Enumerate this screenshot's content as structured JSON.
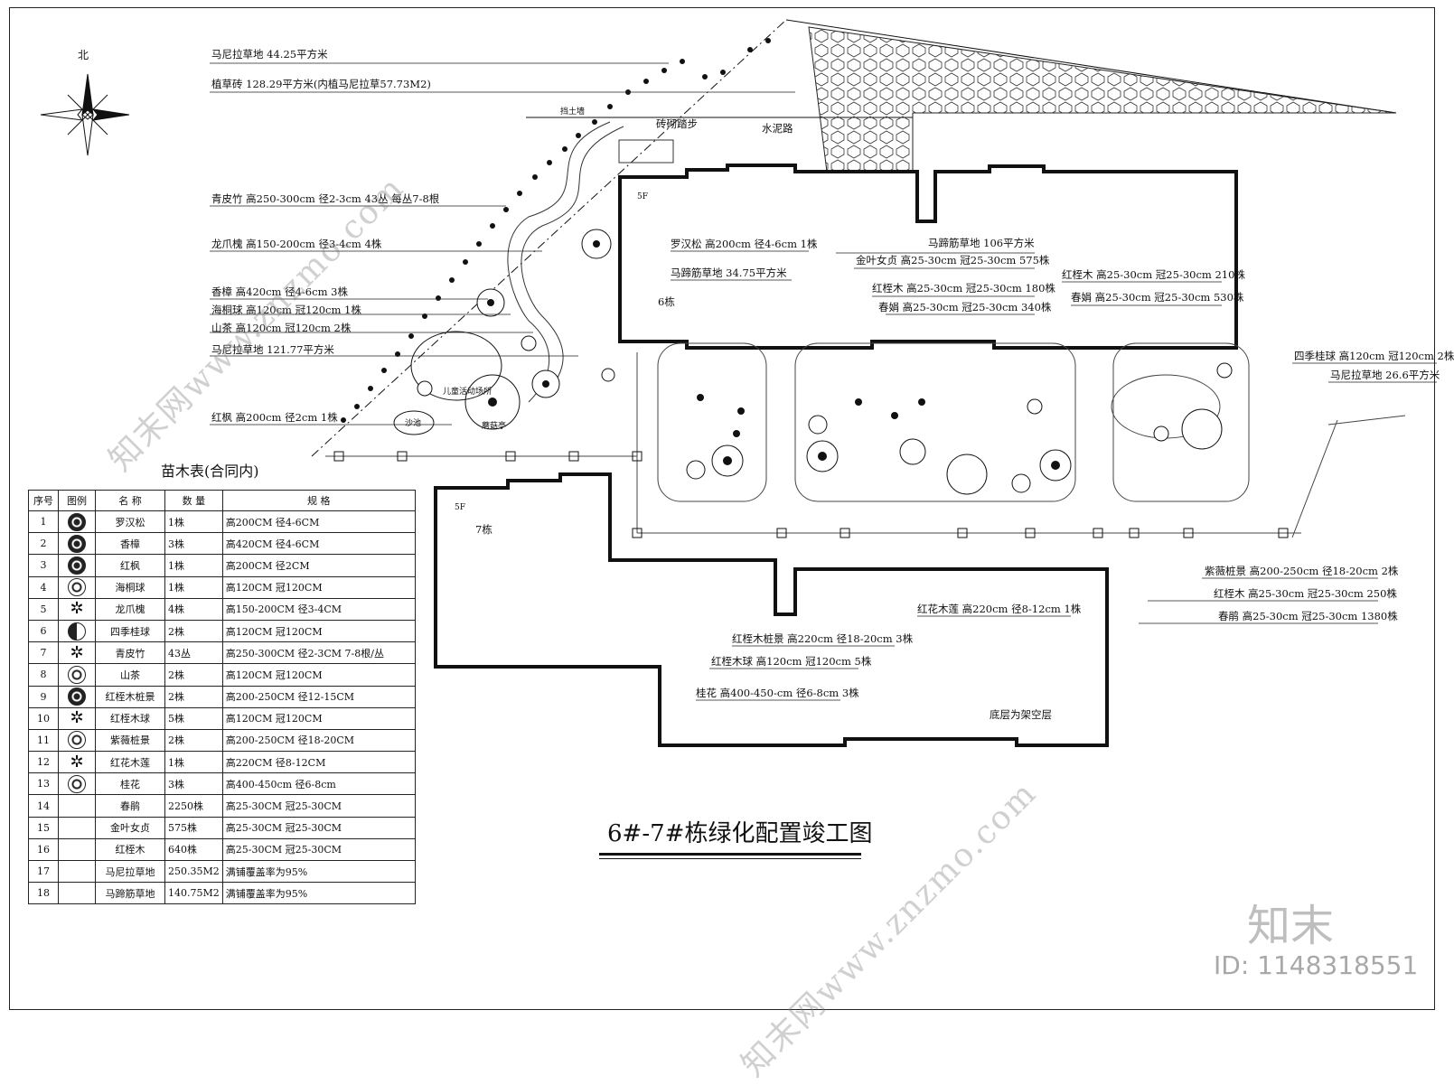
{
  "north": "北",
  "title": "6#-7#栋绿化配置竣工图",
  "table_title": "苗木表(合同内)",
  "table_headers": [
    "序号",
    "图例",
    "名 称",
    "数 量",
    "规 格"
  ],
  "table_rows": [
    {
      "no": "1",
      "icon": "ls-dark",
      "name": "罗汉松",
      "qty": "1株",
      "spec": "高200CM 径4-6CM"
    },
    {
      "no": "2",
      "icon": "ls-dark",
      "name": "香樟",
      "qty": "3株",
      "spec": "高420CM 径4-6CM"
    },
    {
      "no": "3",
      "icon": "ls-dark",
      "name": "红枫",
      "qty": "1株",
      "spec": "高200CM 径2CM"
    },
    {
      "no": "4",
      "icon": "ls-ring",
      "name": "海桐球",
      "qty": "1株",
      "spec": "高120CM 冠120CM"
    },
    {
      "no": "5",
      "icon": "star",
      "name": "龙爪槐",
      "qty": "4株",
      "spec": "高150-200CM 径3-4CM"
    },
    {
      "no": "6",
      "icon": "ls-half",
      "name": "四季桂球",
      "qty": "2株",
      "spec": "高120CM 冠120CM"
    },
    {
      "no": "7",
      "icon": "star",
      "name": "青皮竹",
      "qty": "43丛",
      "spec": "高250-300CM 径2-3CM 7-8根/丛"
    },
    {
      "no": "8",
      "icon": "ls-ring",
      "name": "山茶",
      "qty": "2株",
      "spec": "高120CM 冠120CM"
    },
    {
      "no": "9",
      "icon": "ls-dark",
      "name": "红桎木桩景",
      "qty": "2株",
      "spec": "高200-250CM 径12-15CM"
    },
    {
      "no": "10",
      "icon": "star",
      "name": "红桎木球",
      "qty": "5株",
      "spec": "高120CM 冠120CM"
    },
    {
      "no": "11",
      "icon": "ls-ring",
      "name": "紫薇桩景",
      "qty": "2株",
      "spec": "高200-250CM 径18-20CM"
    },
    {
      "no": "12",
      "icon": "star",
      "name": "红花木莲",
      "qty": "1株",
      "spec": "高220CM 径8-12CM"
    },
    {
      "no": "13",
      "icon": "ls-ring",
      "name": "桂花",
      "qty": "3株",
      "spec": "高400-450cm 径6-8cm"
    },
    {
      "no": "14",
      "icon": "",
      "name": "春鹃",
      "qty": "2250株",
      "spec": "高25-30CM 冠25-30CM"
    },
    {
      "no": "15",
      "icon": "",
      "name": "金叶女贞",
      "qty": "575株",
      "spec": "高25-30CM 冠25-30CM"
    },
    {
      "no": "16",
      "icon": "",
      "name": "红桎木",
      "qty": "640株",
      "spec": "高25-30CM 冠25-30CM"
    },
    {
      "no": "17",
      "icon": "",
      "name": "马尼拉草地",
      "qty": "250.35M2",
      "spec": "满铺覆盖率为95%"
    },
    {
      "no": "18",
      "icon": "",
      "name": "马蹄筋草地",
      "qty": "140.75M2",
      "spec": "满铺覆盖率为95%"
    }
  ],
  "labels": {
    "l1": "马尼拉草地 44.25平方米",
    "l2": "植草砖 128.29平方米(内植马尼拉草57.73M2)",
    "l3": "挡土墙",
    "l4": "砖砌踏步",
    "l5": "水泥路",
    "l6": "青皮竹 高250-300cm 径2-3cm 43丛 每丛7-8根",
    "l7": "龙爪槐 高150-200cm 径3-4cm 4株",
    "l8": "香樟 高420cm 径4-6cm 3株",
    "l9": "海桐球 高120cm 冠120cm 1株",
    "l10": "山茶 高120cm 冠120cm 2株",
    "l11": "马尼拉草地 121.77平方米",
    "l12": "红枫 高200cm 径2cm 1株",
    "l13": "儿童活动场所",
    "l14": "沙池",
    "l15": "蘑菇亭",
    "l16": "5F",
    "l17": "6栋",
    "l18": "罗汉松 高200cm 径4-6cm 1株",
    "l19": "马蹄筋草地 34.75平方米",
    "l20": "马蹄筋草地 106平方米",
    "l21": "金叶女贞 高25-30cm 冠25-30cm 575株",
    "l22": "红桎木 高25-30cm 冠25-30cm 180株",
    "l23": "春娟 高25-30cm 冠25-30cm 340株",
    "l24": "红桎木 高25-30cm 冠25-30cm 210株",
    "l25": "春娟 高25-30cm 冠25-30cm 530株",
    "l26": "四季桂球 高120cm 冠120cm 2株",
    "l27": "马尼拉草地 26.6平方米",
    "l28": "5F",
    "l29": "7栋",
    "l30": "紫薇桩景 高200-250cm 径18-20cm 2株",
    "l31": "红桎木 高25-30cm 冠25-30cm 250株",
    "l32": "春鹃 高25-30cm 冠25-30cm 1380株",
    "l33": "红花木莲 高220cm 径8-12cm 1株",
    "l34": "红桎木桩景 高220cm 径18-20cm 3株",
    "l35": "红桎木球 高120cm 冠120cm 5株",
    "l36": "桂花 高400-450-cm 径6-8cm 3株",
    "l37": "底层为架空层"
  },
  "watermark_logo": "知末",
  "watermark_id": "ID: 1148318551",
  "watermark_text": "知末网www.znzmo.com"
}
